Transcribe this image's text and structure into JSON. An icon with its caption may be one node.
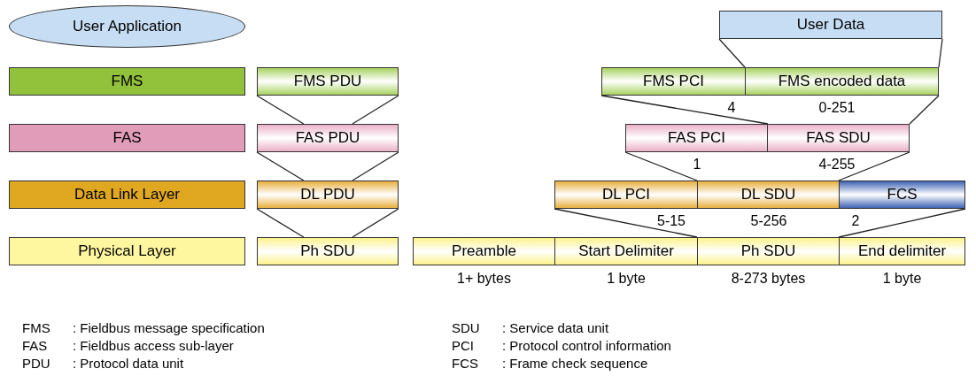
{
  "diagram": {
    "nodes": [
      {
        "text": [
          "User Application"
        ]
      },
      {
        "text": [
          "FMS"
        ]
      },
      {
        "text": [
          "FAS"
        ]
      },
      {
        "text": [
          "Data Link Layer"
        ]
      },
      {
        "text": [
          "Physical Layer"
        ]
      },
      {
        "text": [
          "FMS PDU"
        ]
      },
      {
        "text": [
          "FAS PDU"
        ]
      },
      {
        "text": [
          "DL PDU"
        ]
      },
      {
        "text": [
          "Ph SDU"
        ]
      },
      {
        "text": [
          "User Data"
        ]
      },
      {
        "text": [
          "FMS PCI"
        ]
      },
      {
        "text": [
          "FMS encoded data"
        ]
      },
      {
        "text": [
          "FAS PCI"
        ]
      },
      {
        "text": [
          "FAS SDU"
        ]
      },
      {
        "text": [
          "DL PCI"
        ]
      },
      {
        "text": [
          "DL SDU"
        ]
      },
      {
        "text": [
          "FCS"
        ]
      },
      {
        "text": [
          "Preamble"
        ],
        "beside": [
          "1+ bytes"
        ]
      },
      {
        "text": [
          "Start Delimiter"
        ],
        "beside": [
          "1 byte"
        ]
      },
      {
        "text": [
          "Ph SDU"
        ],
        "beside": [
          "8-273 bytes"
        ]
      },
      {
        "text": [
          "End delimiter"
        ],
        "beside": [
          "1 byte"
        ]
      }
    ],
    "edges": [
      {
        "from": 5,
        "to": 6,
        "arrow": "none"
      },
      {
        "from": 5,
        "to": 6,
        "arrow": "none"
      },
      {
        "from": 6,
        "to": 7,
        "arrow": "none"
      },
      {
        "from": 6,
        "to": 7,
        "arrow": "none"
      },
      {
        "from": 7,
        "to": 8,
        "arrow": "none"
      },
      {
        "from": 7,
        "to": 8,
        "arrow": "none"
      },
      {
        "from": 9,
        "to": 11,
        "arrow": "none"
      },
      {
        "from": 9,
        "to": 11,
        "arrow": "none"
      },
      {
        "from": 10,
        "to": 12,
        "arrow": "none"
      },
      {
        "from": 11,
        "to": 13,
        "arrow": "none"
      },
      {
        "from": 12,
        "to": 15,
        "arrow": "none"
      },
      {
        "from": 13,
        "to": 16,
        "arrow": "none"
      },
      {
        "from": 14,
        "to": 19,
        "arrow": "none"
      },
      {
        "from": 16,
        "to": 20,
        "arrow": "none"
      }
    ],
    "labels": [
      "4",
      "0-251",
      "1",
      "4-255",
      "5-15",
      "5-256",
      "2",
      "FMS",
      ": Fieldbus message specification",
      "SDU",
      ": Service data unit",
      "FAS",
      ": Fieldbus access sub-layer",
      "PCI",
      ": Protocol control information",
      "PDU",
      ": Protocol data unit",
      "FCS",
      ": Frame check sequence"
    ]
  }
}
